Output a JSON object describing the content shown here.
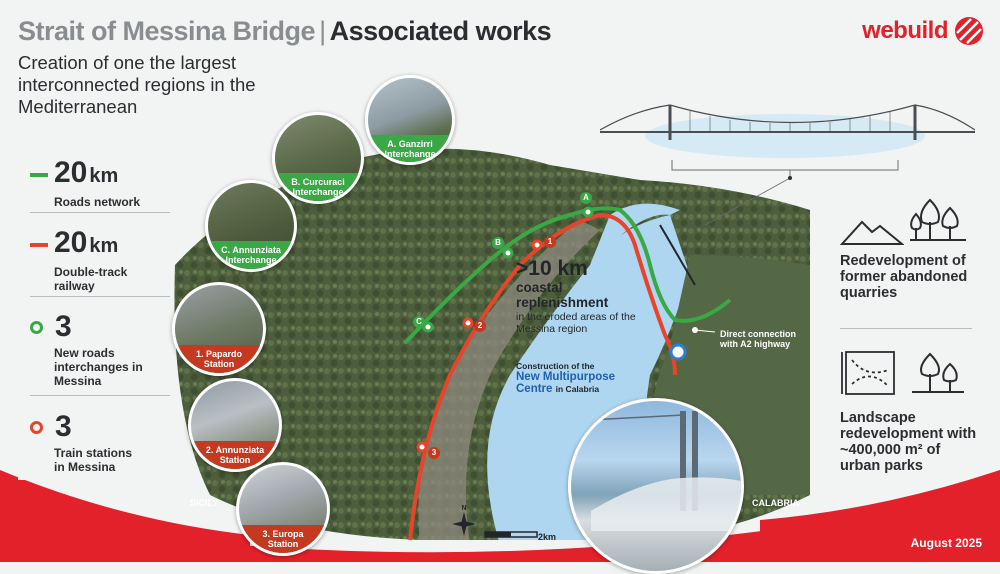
{
  "header": {
    "title_part1": "Strait of Messina Bridge",
    "title_sep": "|",
    "title_part2": "Associated works",
    "subtitle": "Creation of one the largest interconnected regions in the Mediterranean"
  },
  "brand": {
    "name": "webuild"
  },
  "stats": [
    {
      "value": "20",
      "unit": "km",
      "label": "Roads network",
      "color": "#3aa845",
      "marker": "line"
    },
    {
      "value": "20",
      "unit": "km",
      "label": "Double-track railway",
      "color": "#e8442b",
      "marker": "line"
    },
    {
      "value": "3",
      "unit": "",
      "label": "New roads interchanges in Messina",
      "color": "#3aa845",
      "marker": "dot"
    },
    {
      "value": "3",
      "unit": "",
      "label": "Train stations in Messina",
      "color": "#e8442b",
      "marker": "dot"
    }
  ],
  "interchanges": [
    {
      "letter": "A",
      "name": "A. Ganzirri Interchange"
    },
    {
      "letter": "B",
      "name": "B. Curcuraci Interchange"
    },
    {
      "letter": "C",
      "name": "C. Annunziata Interchange"
    }
  ],
  "stations": [
    {
      "number": "1",
      "name": "1. Papardo Station"
    },
    {
      "number": "2",
      "name": "2. Annunziata Station"
    },
    {
      "number": "3",
      "name": "3. Europa Station"
    }
  ],
  "map": {
    "replenishment_value": ">10 km",
    "replenishment_title": "coastal replenishment",
    "replenishment_desc": "in the eroded areas of the Messina region",
    "centre_pre": "Construction of the",
    "centre_name": "New Multipurpose Centre",
    "centre_post": "in Calabria",
    "highway": "Direct connection with A2 highway",
    "left_region": "SICILY",
    "right_region": "CALABRIA",
    "north": "N",
    "scale": "2km"
  },
  "right_panel": {
    "quarries": "Redevelopment of former abandoned quarries",
    "landscape": "Landscape redevelopment with ~400,000 m² of urban parks"
  },
  "footer": {
    "date": "August 2025"
  },
  "colors": {
    "green": "#3aa845",
    "red": "#e8442b",
    "brand_red": "#e3212a",
    "sea": "#aed6f0"
  }
}
